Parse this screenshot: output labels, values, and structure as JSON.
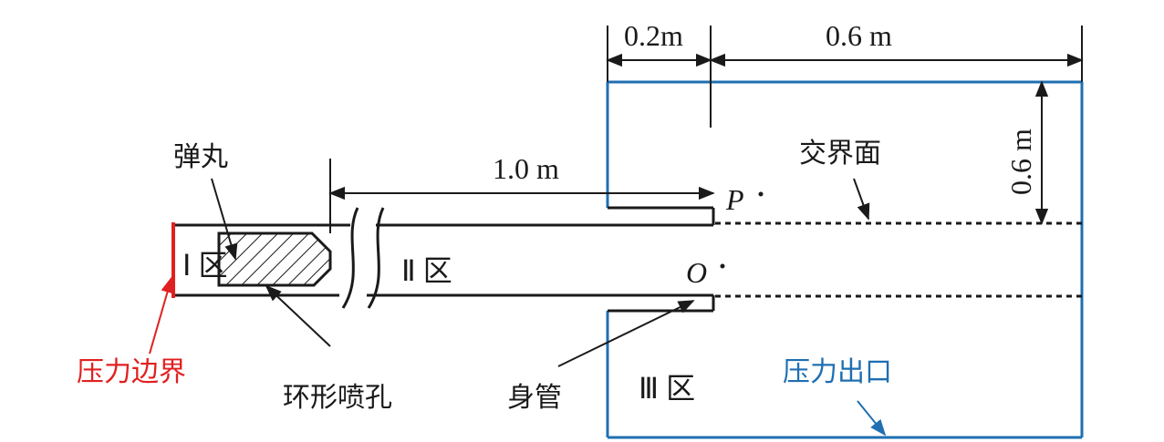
{
  "colors": {
    "ink": "#1a1a1a",
    "pressure_boundary": "#e02020",
    "pressure_outlet": "#1f6fb2"
  },
  "dimensions": {
    "d_0_2": "0.2m",
    "d_0_6_horizontal": "0.6 m",
    "d_0_6_vertical": "0.6 m",
    "d_1_0": "1.0 m"
  },
  "labels": {
    "projectile": "弹丸",
    "interface": "交界面",
    "zone_1": "Ⅰ 区",
    "zone_2": "Ⅱ 区",
    "zone_3": "Ⅲ 区",
    "point_p": "P",
    "point_o": "O",
    "pressure_boundary": "压力边界",
    "annular_nozzle": "环形喷孔",
    "barrel": "身管",
    "pressure_outlet": "压力出口"
  }
}
